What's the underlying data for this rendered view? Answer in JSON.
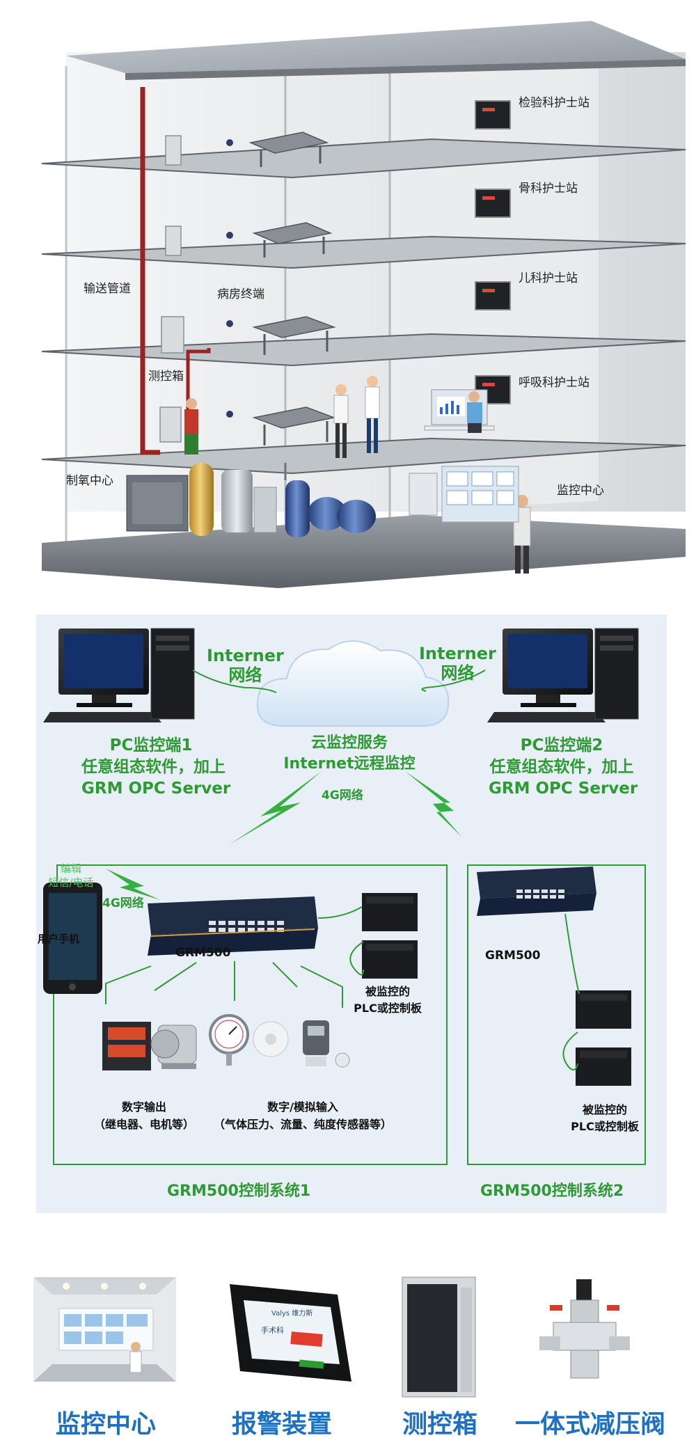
{
  "building": {
    "labels": {
      "lab_station": "检验科护士站",
      "ortho_station": "骨科护士站",
      "pedia_station": "儿科护士站",
      "resp_station": "呼吸科护士站",
      "pipeline": "输送管道",
      "ward_terminal": "病房终端",
      "control_box": "测控箱",
      "oxygen_center": "制氧中心",
      "monitor_center": "监控中心"
    }
  },
  "network": {
    "pc1": {
      "line1": "PC监控端1",
      "line2": "任意组态软件，加上",
      "line3": "GRM OPC Server"
    },
    "pc2": {
      "line1": "PC监控端2",
      "line2": "任意组态软件，加上",
      "line3": "GRM OPC Server"
    },
    "link_left": {
      "line1": "Interner",
      "line2": "网络"
    },
    "link_right": {
      "line1": "Interner",
      "line2": "网络"
    },
    "cloud": {
      "line1": "云监控服务",
      "line2": "Internet远程监控"
    },
    "net_4g_top": "4G网络",
    "net_4g_phone": "4G网络",
    "phone": {
      "screen_line1": "编辑",
      "screen_line2": "短信/电话",
      "label": "用户手机"
    },
    "system1": {
      "router_label": "GRM500",
      "plc_label_line1": "被监控的",
      "plc_label_line2": "PLC或控制板",
      "digital_out_line1": "数字输出",
      "digital_out_line2": "（继电器、电机等）",
      "analog_in_line1": "数字/模拟输入",
      "analog_in_line2": "（气体压力、流量、纯度传感器等）",
      "title": "GRM500控制系统1"
    },
    "system2": {
      "router_label": "GRM500",
      "plc_label_line1": "被监控的",
      "plc_label_line2": "PLC或控制板",
      "title": "GRM500控制系统2"
    },
    "colors": {
      "accent_green": "#2d9a34",
      "panel_bg": "#e9eff6",
      "bolt_green": "#36b043"
    }
  },
  "products": {
    "items": [
      {
        "label": "监控中心"
      },
      {
        "label": "报警装置",
        "device_brand": "Valys 维力斯",
        "device_text": "手术科"
      },
      {
        "label": "测控箱"
      },
      {
        "label": "一体式减压阀"
      }
    ],
    "label_color": "#1e70c2"
  }
}
